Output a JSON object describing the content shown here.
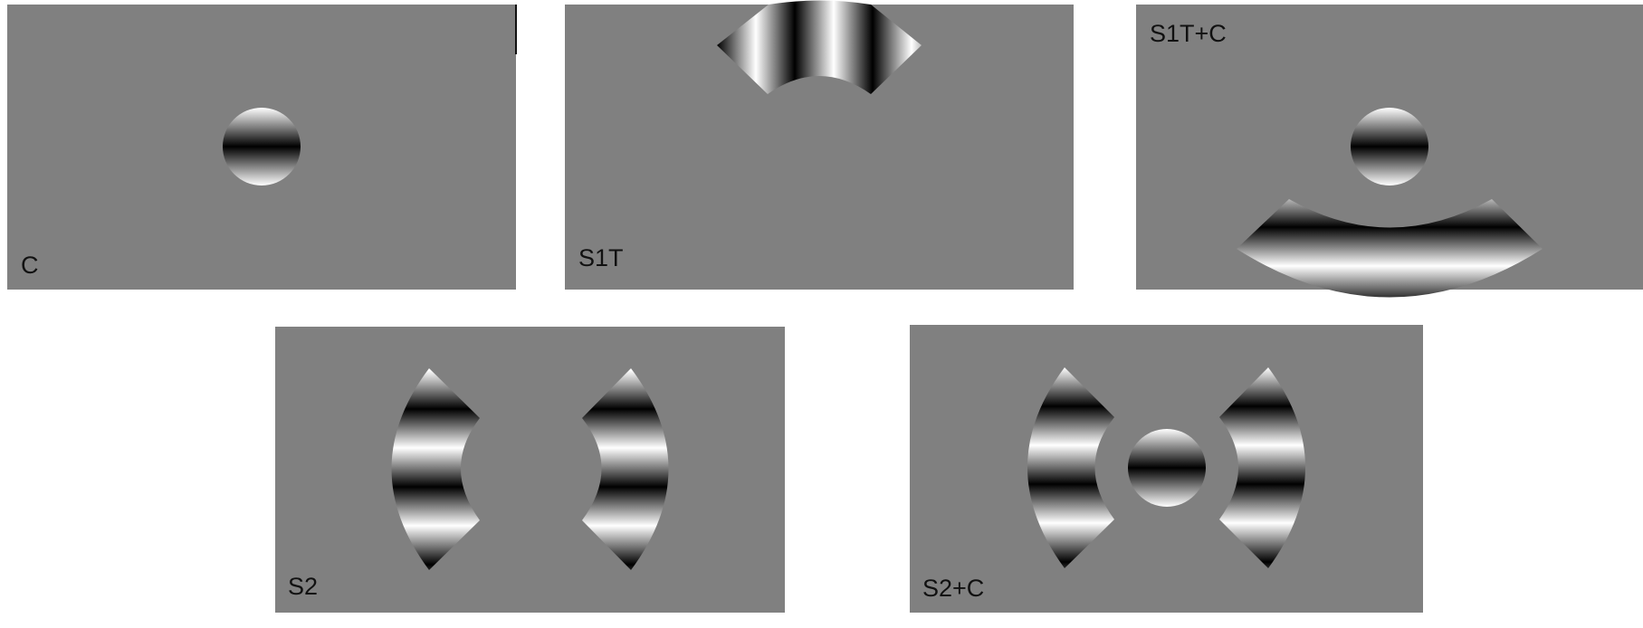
{
  "colors": {
    "background_gray": "#808080",
    "grating_dark": "#000000",
    "grating_light": "#ffffff",
    "figure_background": "#ffffff"
  },
  "panels": [
    {
      "id": "c",
      "label": "C"
    },
    {
      "id": "s1t",
      "label": "S1T"
    },
    {
      "id": "s1tc",
      "label": "S1T+C"
    },
    {
      "id": "s2",
      "label": "S2"
    },
    {
      "id": "s2c",
      "label": "S2+C"
    }
  ]
}
